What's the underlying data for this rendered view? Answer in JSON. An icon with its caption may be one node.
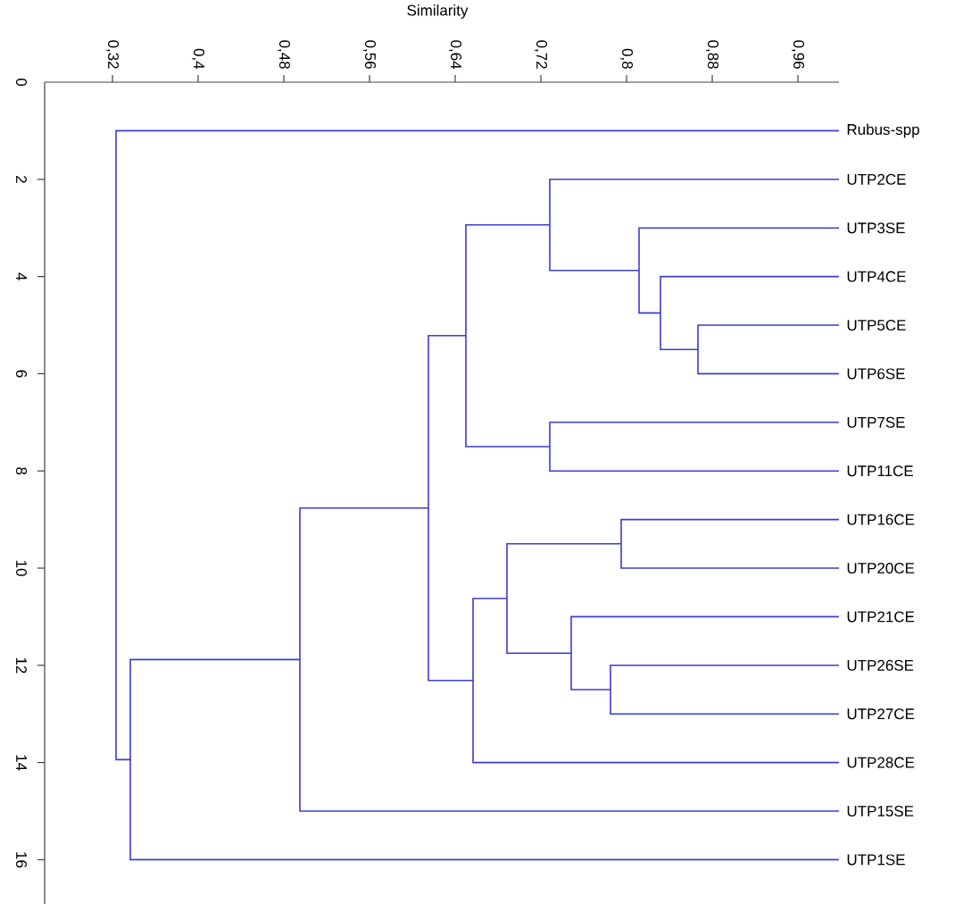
{
  "diagram": {
    "labels": [
      "Similarity",
      "0,32",
      "0,4",
      "0,48",
      "0,56",
      "0,64",
      "0,72",
      "0,8",
      "0,88",
      "0,96",
      "0",
      "2",
      "4",
      "6",
      "8",
      "10",
      "12",
      "14",
      "16",
      "Rubus-spp",
      "UTP2CE",
      "UTP3SE",
      "UTP4CE",
      "UTP5CE",
      "UTP6SE",
      "UTP7SE",
      "UTP11CE",
      "UTP16CE",
      "UTP20CE",
      "UTP21CE",
      "UTP26SE",
      "UTP27CE",
      "UTP28CE",
      "UTP15SE",
      "UTP1SE"
    ]
  }
}
